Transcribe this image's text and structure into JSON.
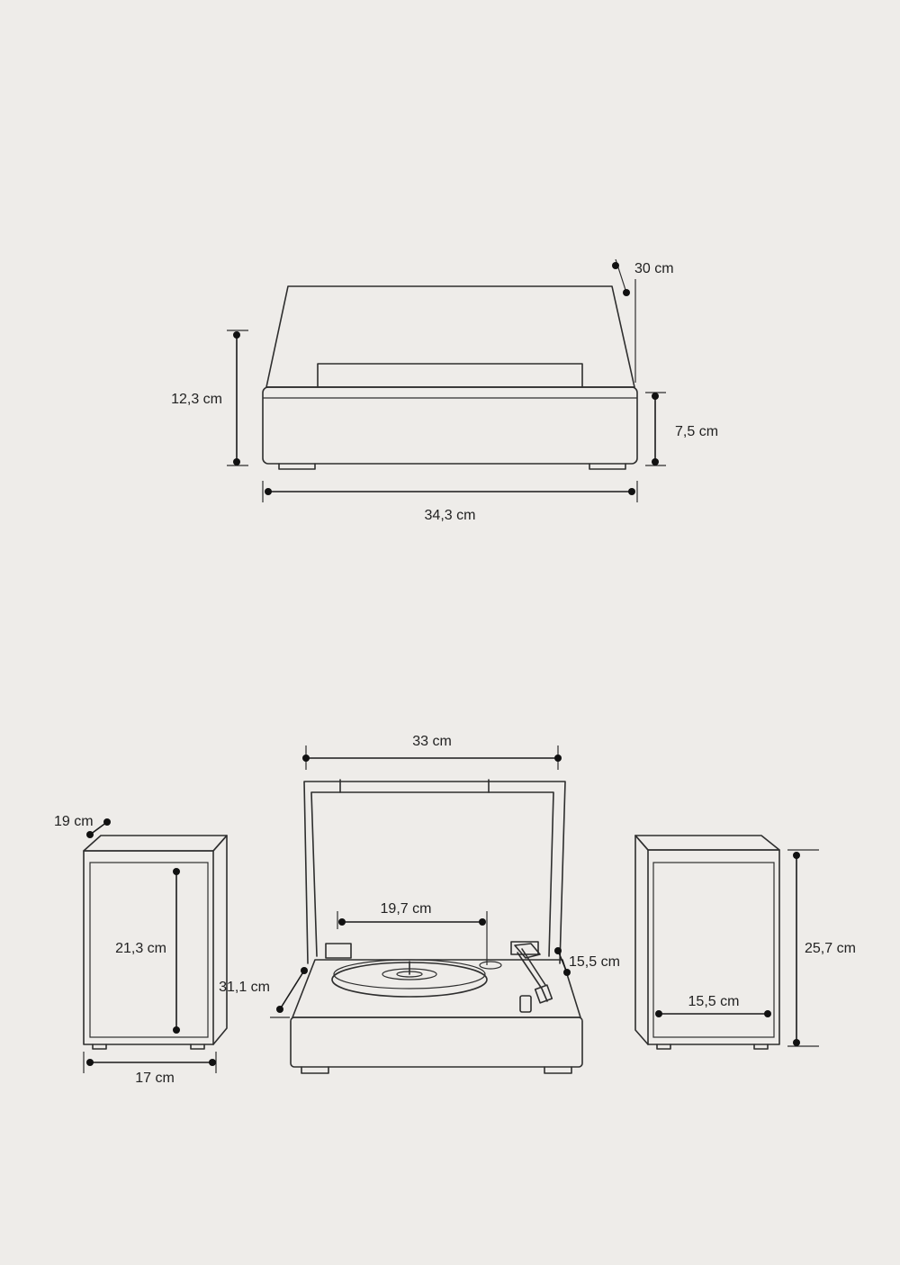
{
  "top_view": {
    "width_label": "34,3 cm",
    "height_label": "12,3 cm",
    "base_height_label": "7,5 cm",
    "depth_label": "30 cm"
  },
  "bottom_view": {
    "left_speaker": {
      "depth_label": "19 cm",
      "height_label": "21,3 cm",
      "width_label": "17 cm"
    },
    "turntable": {
      "lid_width_label": "33 cm",
      "platter_label": "19,7 cm",
      "arm_label": "15,5 cm",
      "depth_label": "31,1 cm"
    },
    "right_speaker": {
      "height_label": "25,7 cm",
      "width_label": "15,5 cm"
    }
  }
}
